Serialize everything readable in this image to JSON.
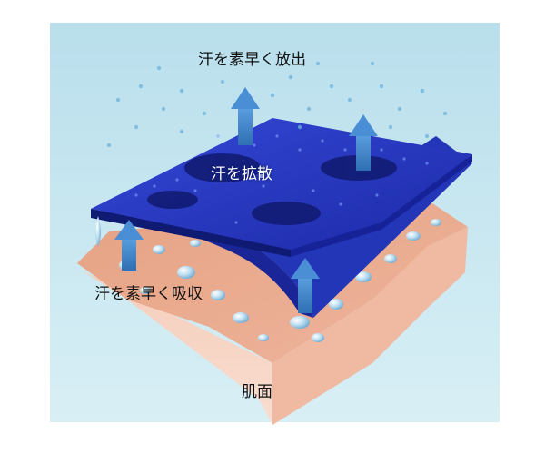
{
  "labels": {
    "release": "汗を素早く放出",
    "diffuse": "汗を拡散",
    "absorb": "汗を素早く吸収",
    "skin": "肌面"
  },
  "colors": {
    "background_panel": "#c6e6f0",
    "fabric_top": "#2a3ccf",
    "fabric_dark": "#101a70",
    "skin_top": "#e8a58a",
    "skin_side": "#f2c4b0",
    "arrow": "#3b7fc8",
    "droplet": "#6fb3dc"
  }
}
